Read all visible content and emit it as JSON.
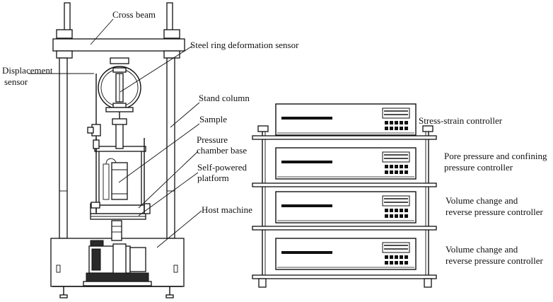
{
  "labels": {
    "cross_beam": "Cross beam",
    "steel_ring": "Steel ring deformation sensor",
    "displacement_1": "Displacement",
    "displacement_2": "sensor",
    "stand_column": "Stand column",
    "sample": "Sample",
    "pressure_chamber_1": "Pressure",
    "pressure_chamber_2": "chamber base",
    "self_powered_1": "Self-powered",
    "self_powered_2": "platform",
    "host_machine": "Host machine",
    "stress_strain": "Stress-strain controller",
    "pore_pressure_1": "Pore pressure and confining",
    "pore_pressure_2": "pressure controller",
    "volume_change_a_1": "Volume change and",
    "volume_change_a_2": "reverse pressure controller",
    "volume_change_b_1": "Volume change and",
    "volume_change_b_2": "reverse pressure controller"
  }
}
